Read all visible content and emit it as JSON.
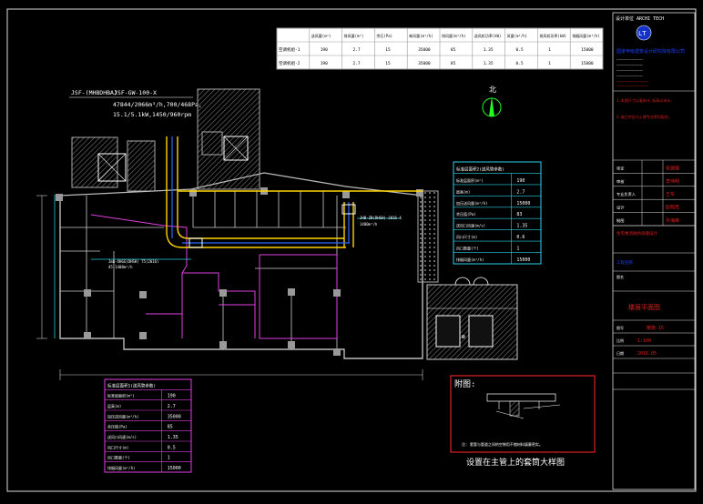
{
  "drawing": {
    "title": "楼层平面图",
    "caption": "设置在主管上的套筒大样图"
  },
  "top_table": {
    "headers": [
      "送风量(m³)",
      "排风量(m³)",
      "余压(Pa)",
      "新风量(m³/h)",
      "排风量(m³/h)",
      "送风机功率(kW)",
      "风量(m³/h)",
      "排风机功率(kW)",
      "排烟风量(m³/h)"
    ],
    "rows": [
      {
        "label": "空调机组-1",
        "cells": [
          "190",
          "2.7",
          "15",
          "35000",
          "85",
          "1.35",
          "0.5",
          "1",
          "15000"
        ]
      },
      {
        "label": "空调机组-2",
        "cells": [
          "190",
          "2.7",
          "15",
          "35000",
          "85",
          "1.35",
          "0.5",
          "1",
          "15000"
        ]
      }
    ]
  },
  "unit_label": {
    "line1": "JSF-(MHBDHBA)",
    "line2": "JSF-GW-100-X",
    "line3": "47844/2066m³/h,700/468Pa,",
    "line4": "15.1/5.1kW,1450/960rpm"
  },
  "north_label": "北",
  "room_tag": {
    "line1": "JHB-ZB(DHSH)-2016-4",
    "line2": "1400m³/h"
  },
  "inner_tag": {
    "line1": "Jmb-XHGG(DHSH) 75(2016)",
    "line2": "45 1400m³/h"
  },
  "bottom_table": {
    "title": "标准层面积1(送风管参数)",
    "rows": [
      {
        "label": "标准层面积(m²)",
        "value": "190"
      },
      {
        "label": "层高(m)",
        "value": "2.7"
      },
      {
        "label": "加压送风量(m³/h)",
        "value": "35000"
      },
      {
        "label": "余压值(Pa)",
        "value": "85"
      },
      {
        "label": "送风口风速(m/s)",
        "value": "1.35"
      },
      {
        "label": "风口尺寸(m)",
        "value": "0.5"
      },
      {
        "label": "风口数量(个)",
        "value": "1"
      },
      {
        "label": "排烟风量(m³/h)",
        "value": "15000"
      }
    ]
  },
  "right_table": {
    "title": "标准层面积2(送风管参数)",
    "rows": [
      {
        "label": "标准层面积(m²)",
        "value": "190"
      },
      {
        "label": "层高(m)",
        "value": "2.7"
      },
      {
        "label": "加压送风量(m³/h)",
        "value": "15000"
      },
      {
        "label": "余压值(Pa)",
        "value": "83"
      },
      {
        "label": "送风口风速(m/s)",
        "value": "1.35"
      },
      {
        "label": "风口尺寸(m)",
        "value": "0.6"
      },
      {
        "label": "风口数量(个)",
        "value": "1"
      },
      {
        "label": "排烟风量(m³/h)",
        "value": "15000"
      }
    ]
  },
  "detail_box": {
    "title": "附图:",
    "note": "注: 套管与管道之间的空隙用不燃材料填塞密实。"
  },
  "title_block": {
    "company": "国家甲级建筑设计研究院有限公司",
    "seal": "LT",
    "header_small": "设计单位 ARCHI TECH",
    "notes_red": [
      "1.本图尺寸以毫米计,标高以米计。",
      "2.施工时应与土建专业密切配合。"
    ],
    "roles": [
      {
        "role": "审定",
        "name": "张建国"
      },
      {
        "role": "审核",
        "name": "李伟明"
      },
      {
        "role": "专业负责人",
        "name": "王东"
      },
      {
        "role": "设计",
        "name": "赵明亮"
      },
      {
        "role": "制图",
        "name": "孙海峰"
      }
    ],
    "project_label": "工程名称",
    "project_name": "住宅楼消防防排烟设计",
    "drawing_label": "图名",
    "drawing_name": "楼层平面图",
    "drawing_no_label": "图号",
    "drawing_no": "暖施-15",
    "scale_label": "比例",
    "scale": "1:100",
    "date_label": "日期",
    "date": "2016.05"
  }
}
